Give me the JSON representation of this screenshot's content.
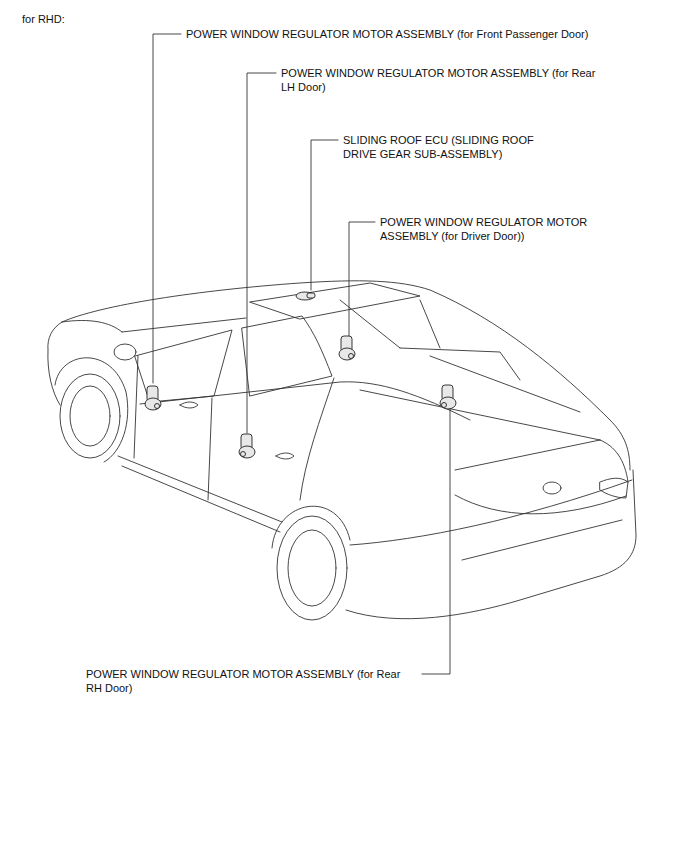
{
  "diagram": {
    "labels": [
      "for RHD:",
      "POWER WINDOW REGULATOR MOTOR ASSEMBLY (for Front Passenger Door)",
      "POWER WINDOW REGULATOR MOTOR ASSEMBLY (for Rear LH Door)",
      "SLIDING ROOF ECU (SLIDING ROOF DRIVE GEAR SUB-ASSEMBLY)",
      "POWER WINDOW REGULATOR MOTOR ASSEMBLY (for Driver Door))",
      "POWER WINDOW REGULATOR MOTOR ASSEMBLY (for Rear RH Door)"
    ]
  }
}
